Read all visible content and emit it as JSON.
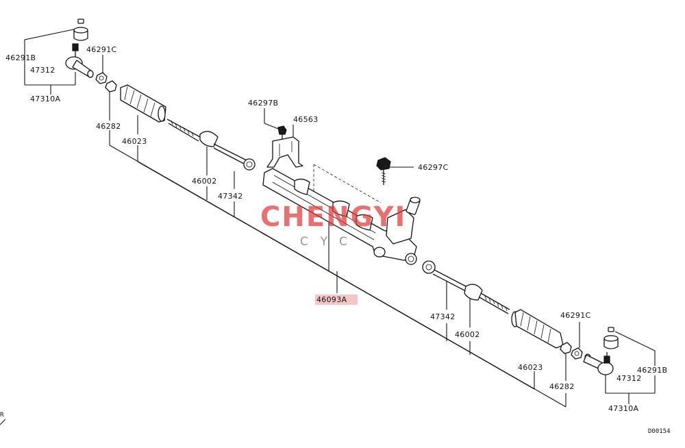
{
  "labels": {
    "tie_rod_end_nut_left": "46291B",
    "tie_rod_end_left": "47312",
    "tie_rod_end_assy_left": "47310A",
    "lock_nut_left": "46291C",
    "clip_left": "46282",
    "boot_left": "46023",
    "boot_band_left": "46002",
    "tie_rod_left": "47342",
    "bolt_top": "46297B",
    "bracket": "46563",
    "bolt_right": "46297C",
    "gear_assy": "46093A",
    "tie_rod_right": "47342",
    "boot_band_right": "46002",
    "lock_nut_right": "46291C",
    "boot_right": "46023",
    "clip_right": "46282",
    "tie_rod_end_nut_right": "46291B",
    "tie_rod_end_right": "47312",
    "tie_rod_end_assy_right": "47310A"
  },
  "watermark": {
    "main": "CHENGYI",
    "sub": "CYC"
  },
  "diagram_code": "D00154",
  "corner_mark": "R",
  "colors": {
    "line": "#111111",
    "highlight": "#f5c6c6",
    "watermark": "#e03a3a"
  }
}
